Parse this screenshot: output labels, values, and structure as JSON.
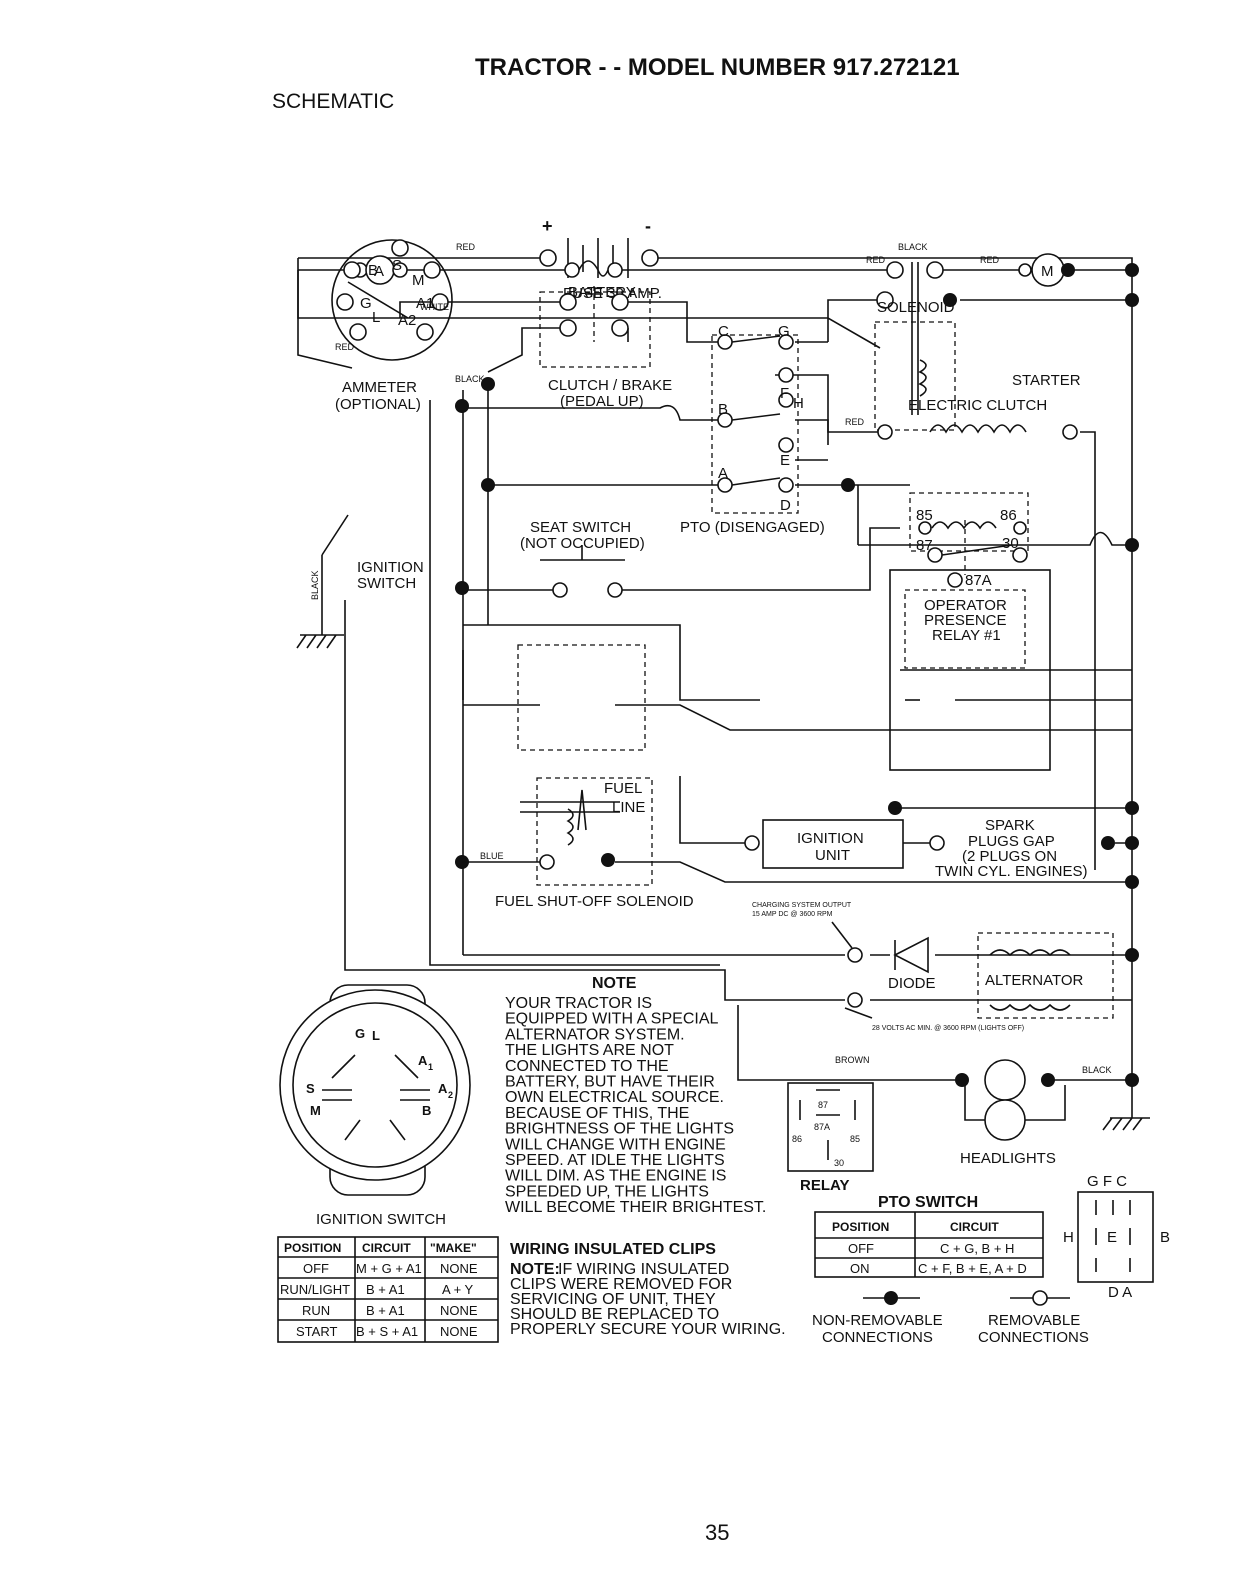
{
  "page": {
    "title": "TRACTOR - - MODEL NUMBER 917.272121",
    "section": "SCHEMATIC",
    "page_number": "35"
  },
  "components": {
    "battery": "BATTERY",
    "battery_plus": "+",
    "battery_minus": "-",
    "solenoid": "SOLENOID",
    "starter": "STARTER",
    "starter_m": "M",
    "ammeter_line1": "AMMETER",
    "ammeter_line2": "(OPTIONAL)",
    "ammeter_a": "A",
    "fuse": "FUSE 30 AMP.",
    "clutch_brake_line1": "CLUTCH / BRAKE",
    "clutch_brake_line2": "(PEDAL UP)",
    "electric_clutch": "ELECTRIC CLUTCH",
    "ignition_switch_line1": "IGNITION",
    "ignition_switch_line2": "SWITCH",
    "seat_switch_line1": "SEAT SWITCH",
    "seat_switch_line2": "(NOT OCCUPIED)",
    "pto_disengaged": "PTO (DISENGAGED)",
    "relay_line1": "OPERATOR",
    "relay_line2": "PRESENCE",
    "relay_line3": "RELAY #1",
    "fuel_line1": "FUEL",
    "fuel_line2": "LINE",
    "fuel_solenoid": "FUEL SHUT-OFF SOLENOID",
    "ignition_unit_line1": "IGNITION",
    "ignition_unit_line2": "UNIT",
    "spark_line1": "SPARK",
    "spark_line2": "PLUGS GAP",
    "spark_line3": "(2 PLUGS ON",
    "spark_line4": "TWIN CYL. ENGINES)",
    "charging_line1": "CHARGING SYSTEM OUTPUT",
    "charging_line2": "15 AMP DC @ 3600 RPM",
    "diode": "DIODE",
    "alternator": "ALTERNATOR",
    "alternator_ac": "28 VOLTS AC MIN. @ 3600 RPM (LIGHTS OFF)",
    "headlights": "HEADLIGHTS",
    "relay": "RELAY"
  },
  "terminals": {
    "ign_b": "B",
    "ign_s": "S",
    "ign_m": "M",
    "ign_g": "G",
    "ign_a1": "A1",
    "ign_l": "L",
    "ign_a2": "A2",
    "pto_c": "C",
    "pto_g": "G",
    "pto_f": "F",
    "pto_h": "H",
    "pto_b": "B",
    "pto_e": "E",
    "pto_a": "A",
    "pto_d": "D",
    "relay_85": "85",
    "relay_86": "86",
    "relay_87": "87",
    "relay_30": "30",
    "relay_87a": "87A",
    "pin_87": "87",
    "pin_87a": "87A",
    "pin_86": "86",
    "pin_85": "85",
    "pin_30": "30"
  },
  "wire_labels": {
    "red_battery": "RED",
    "black_battery": "BLACK",
    "red_solenoid": "RED",
    "red_starter": "RED",
    "white": "WHITE",
    "red_ign": "RED",
    "black_ign": "BLACK",
    "black_ground": "BLACK",
    "red_clutch": "RED",
    "blue": "BLUE",
    "brown": "BROWN",
    "black_headlight": "BLACK"
  },
  "ignition_face": {
    "g": "G",
    "a1": "A",
    "a1_sub": "1",
    "s": "S",
    "a2": "A",
    "a2_sub": "2",
    "m": "M",
    "b": "B",
    "l": "L"
  },
  "note": {
    "heading": "NOTE",
    "lines": [
      "YOUR TRACTOR IS",
      "EQUIPPED WITH A SPECIAL",
      "ALTERNATOR SYSTEM.",
      "THE LIGHTS ARE NOT",
      "CONNECTED TO THE",
      "BATTERY, BUT HAVE THEIR",
      "OWN ELECTRICAL SOURCE.",
      "BECAUSE OF THIS, THE",
      "BRIGHTNESS OF THE LIGHTS",
      "WILL CHANGE WITH ENGINE",
      "SPEED.  AT IDLE THE LIGHTS",
      "WILL DIM.  AS THE ENGINE IS",
      "SPEEDED UP, THE LIGHTS",
      "WILL BECOME THEIR BRIGHTEST."
    ]
  },
  "wiring_clips": {
    "heading": "WIRING INSULATED CLIPS",
    "note_label": "NOTE:",
    "lines": [
      " IF WIRING INSULATED",
      "CLIPS WERE REMOVED FOR",
      "SERVICING OF UNIT, THEY",
      "SHOULD BE REPLACED TO",
      "PROPERLY SECURE YOUR WIRING."
    ]
  },
  "ignition_table": {
    "title": "IGNITION SWITCH",
    "headers": [
      "POSITION",
      "CIRCUIT",
      "\"MAKE\""
    ],
    "rows": [
      [
        "OFF",
        "M + G + A1",
        "NONE"
      ],
      [
        "RUN/LIGHT",
        "B + A1",
        "A + Y"
      ],
      [
        "RUN",
        "B + A1",
        "NONE"
      ],
      [
        "START",
        "B + S + A1",
        "NONE"
      ]
    ]
  },
  "pto_table": {
    "title": "PTO SWITCH",
    "headers": [
      "POSITION",
      "CIRCUIT"
    ],
    "rows": [
      [
        "OFF",
        "C + G, B + H"
      ],
      [
        "ON",
        "C + F, B + E, A + D"
      ]
    ]
  },
  "pto_switch_pins": {
    "top": "G F C",
    "h": "H",
    "e": "E",
    "b": "B",
    "bottom": "D A"
  },
  "legend": {
    "non_removable_line1": "NON-REMOVABLE",
    "non_removable_line2": "CONNECTIONS",
    "removable_line1": "REMOVABLE",
    "removable_line2": "CONNECTIONS"
  }
}
